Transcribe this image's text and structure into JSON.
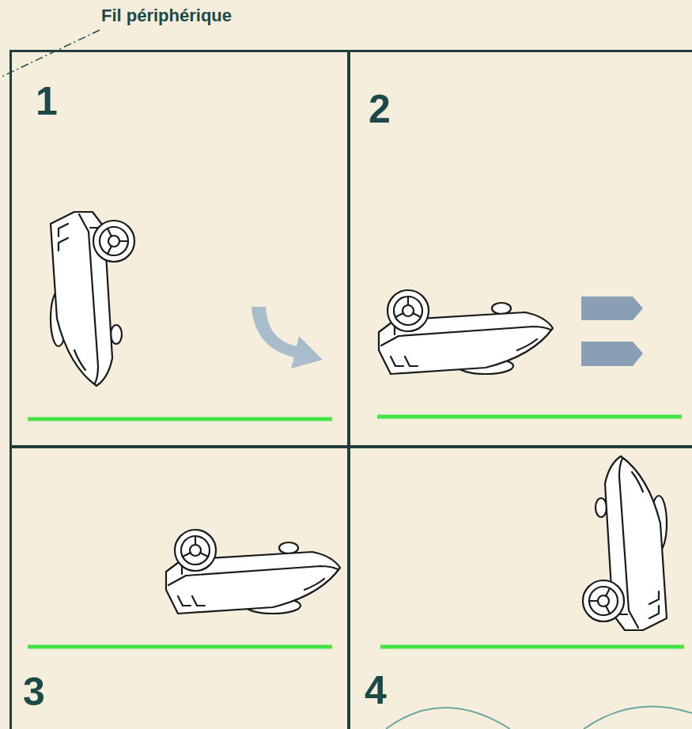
{
  "diagram": {
    "nodes": [
      {
        "text": [
          "1"
        ]
      },
      {
        "text": [
          "2"
        ]
      },
      {
        "text": [
          "3"
        ]
      },
      {
        "text": [
          "4"
        ]
      }
    ],
    "labels": [
      "Fil périphérique"
    ]
  }
}
